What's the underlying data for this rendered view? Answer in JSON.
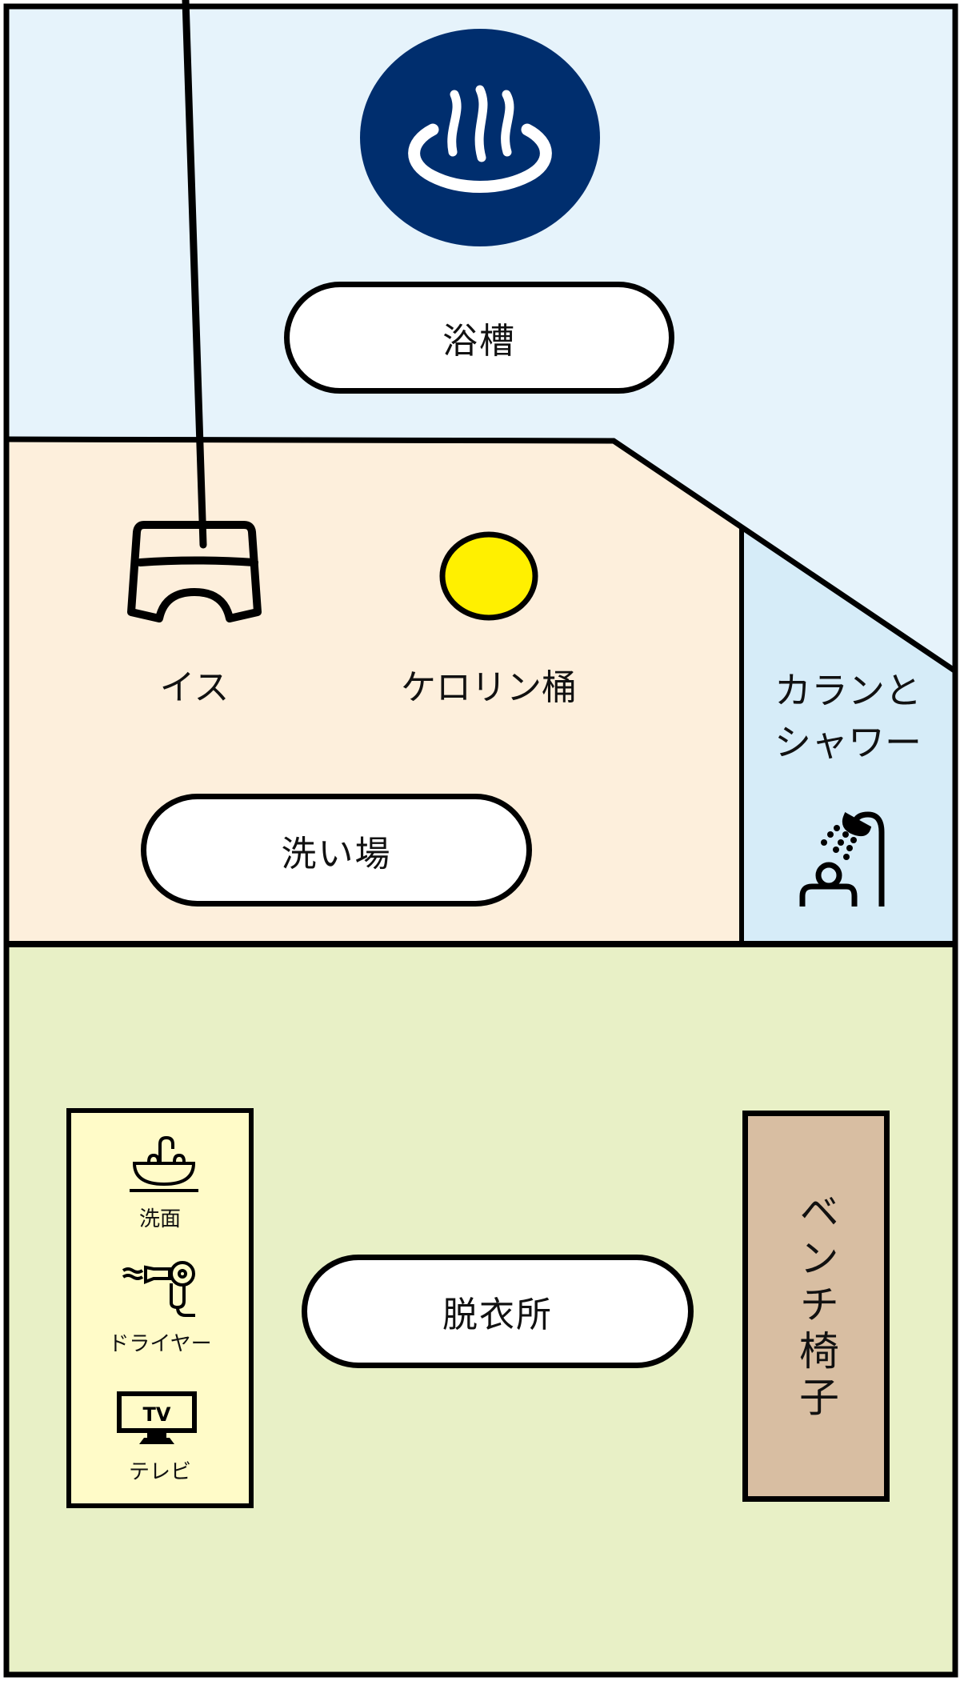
{
  "colors": {
    "bathtub_area": "#E6F3FB",
    "washing_area": "#FDEFDC",
    "shower_area": "#D6ECF8",
    "dressing_area": "#E8F0C6",
    "amenity_box": "#FFFBC8",
    "bench_box": "#D8BEA2",
    "onsen_circle": "#002E6E",
    "bucket_yellow": "#FFF000",
    "outline": "#000000"
  },
  "bathtub": {
    "icon": "onsen-icon",
    "label": "浴槽"
  },
  "washing_area": {
    "label": "洗い場",
    "items": [
      {
        "icon": "stool-icon",
        "label": "イス"
      },
      {
        "icon": "bucket-icon",
        "label": "ケロリン桶"
      }
    ]
  },
  "shower": {
    "label_line1": "カランと",
    "label_line2": "シャワー",
    "icon": "shower-icon"
  },
  "dressing_room": {
    "label": "脱衣所",
    "amenities": [
      {
        "icon": "sink-icon",
        "label": "洗面"
      },
      {
        "icon": "hair-dryer-icon",
        "label": "ドライヤー"
      },
      {
        "icon": "tv-icon",
        "label": "テレビ",
        "icon_text": "TV"
      }
    ],
    "bench": {
      "label": "ベンチ椅子"
    }
  }
}
